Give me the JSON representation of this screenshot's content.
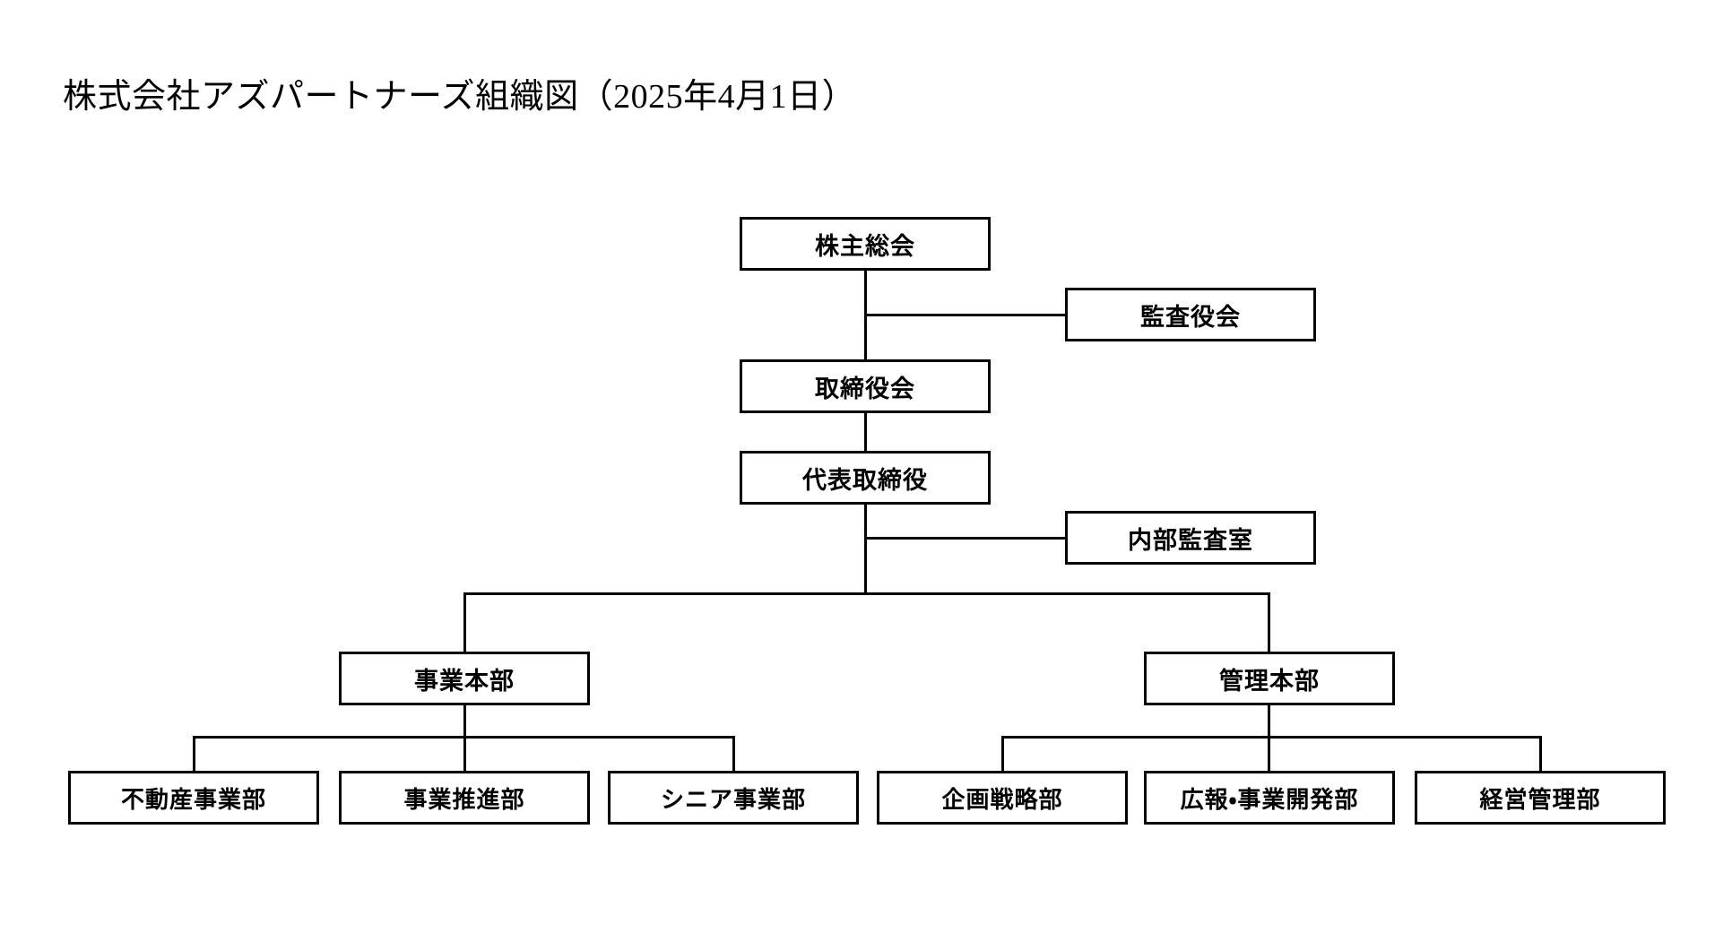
{
  "title": "株式会社アズパートナーズ組織図（2025年4月1日）",
  "org_chart": {
    "type": "org-chart",
    "orientation": "top-down",
    "nodes": {
      "shareholders_meeting": "株主総会",
      "board_of_auditors": "監査役会",
      "board_of_directors": "取締役会",
      "representative_director": "代表取締役",
      "internal_audit_office": "内部監査室",
      "business_hq": "事業本部",
      "admin_hq": "管理本部",
      "real_estate_div": "不動産事業部",
      "business_promotion_div": "事業推進部",
      "senior_business_div": "シニア事業部",
      "planning_strategy_div": "企画戦略部",
      "pr_business_development_div": "広報・事業開発部",
      "management_control_div": "経営管理部"
    },
    "edges": [
      {
        "from": "shareholders_meeting",
        "to": "board_of_directors",
        "style": "vertical"
      },
      {
        "from": "shareholders_meeting",
        "to": "board_of_auditors",
        "style": "side-branch"
      },
      {
        "from": "board_of_directors",
        "to": "representative_director",
        "style": "vertical"
      },
      {
        "from": "representative_director",
        "to": "internal_audit_office",
        "style": "side-branch"
      },
      {
        "from": "representative_director",
        "to": "business_hq",
        "style": "split"
      },
      {
        "from": "representative_director",
        "to": "admin_hq",
        "style": "split"
      },
      {
        "from": "business_hq",
        "to": "real_estate_div",
        "style": "split"
      },
      {
        "from": "business_hq",
        "to": "business_promotion_div",
        "style": "split"
      },
      {
        "from": "business_hq",
        "to": "senior_business_div",
        "style": "split"
      },
      {
        "from": "admin_hq",
        "to": "planning_strategy_div",
        "style": "split"
      },
      {
        "from": "admin_hq",
        "to": "pr_business_development_div",
        "style": "split"
      },
      {
        "from": "admin_hq",
        "to": "management_control_div",
        "style": "split"
      }
    ],
    "colors": {
      "box_border": "#000000",
      "box_fill": "#ffffff",
      "connector": "#000000",
      "text": "#000000",
      "background": "#ffffff"
    }
  }
}
